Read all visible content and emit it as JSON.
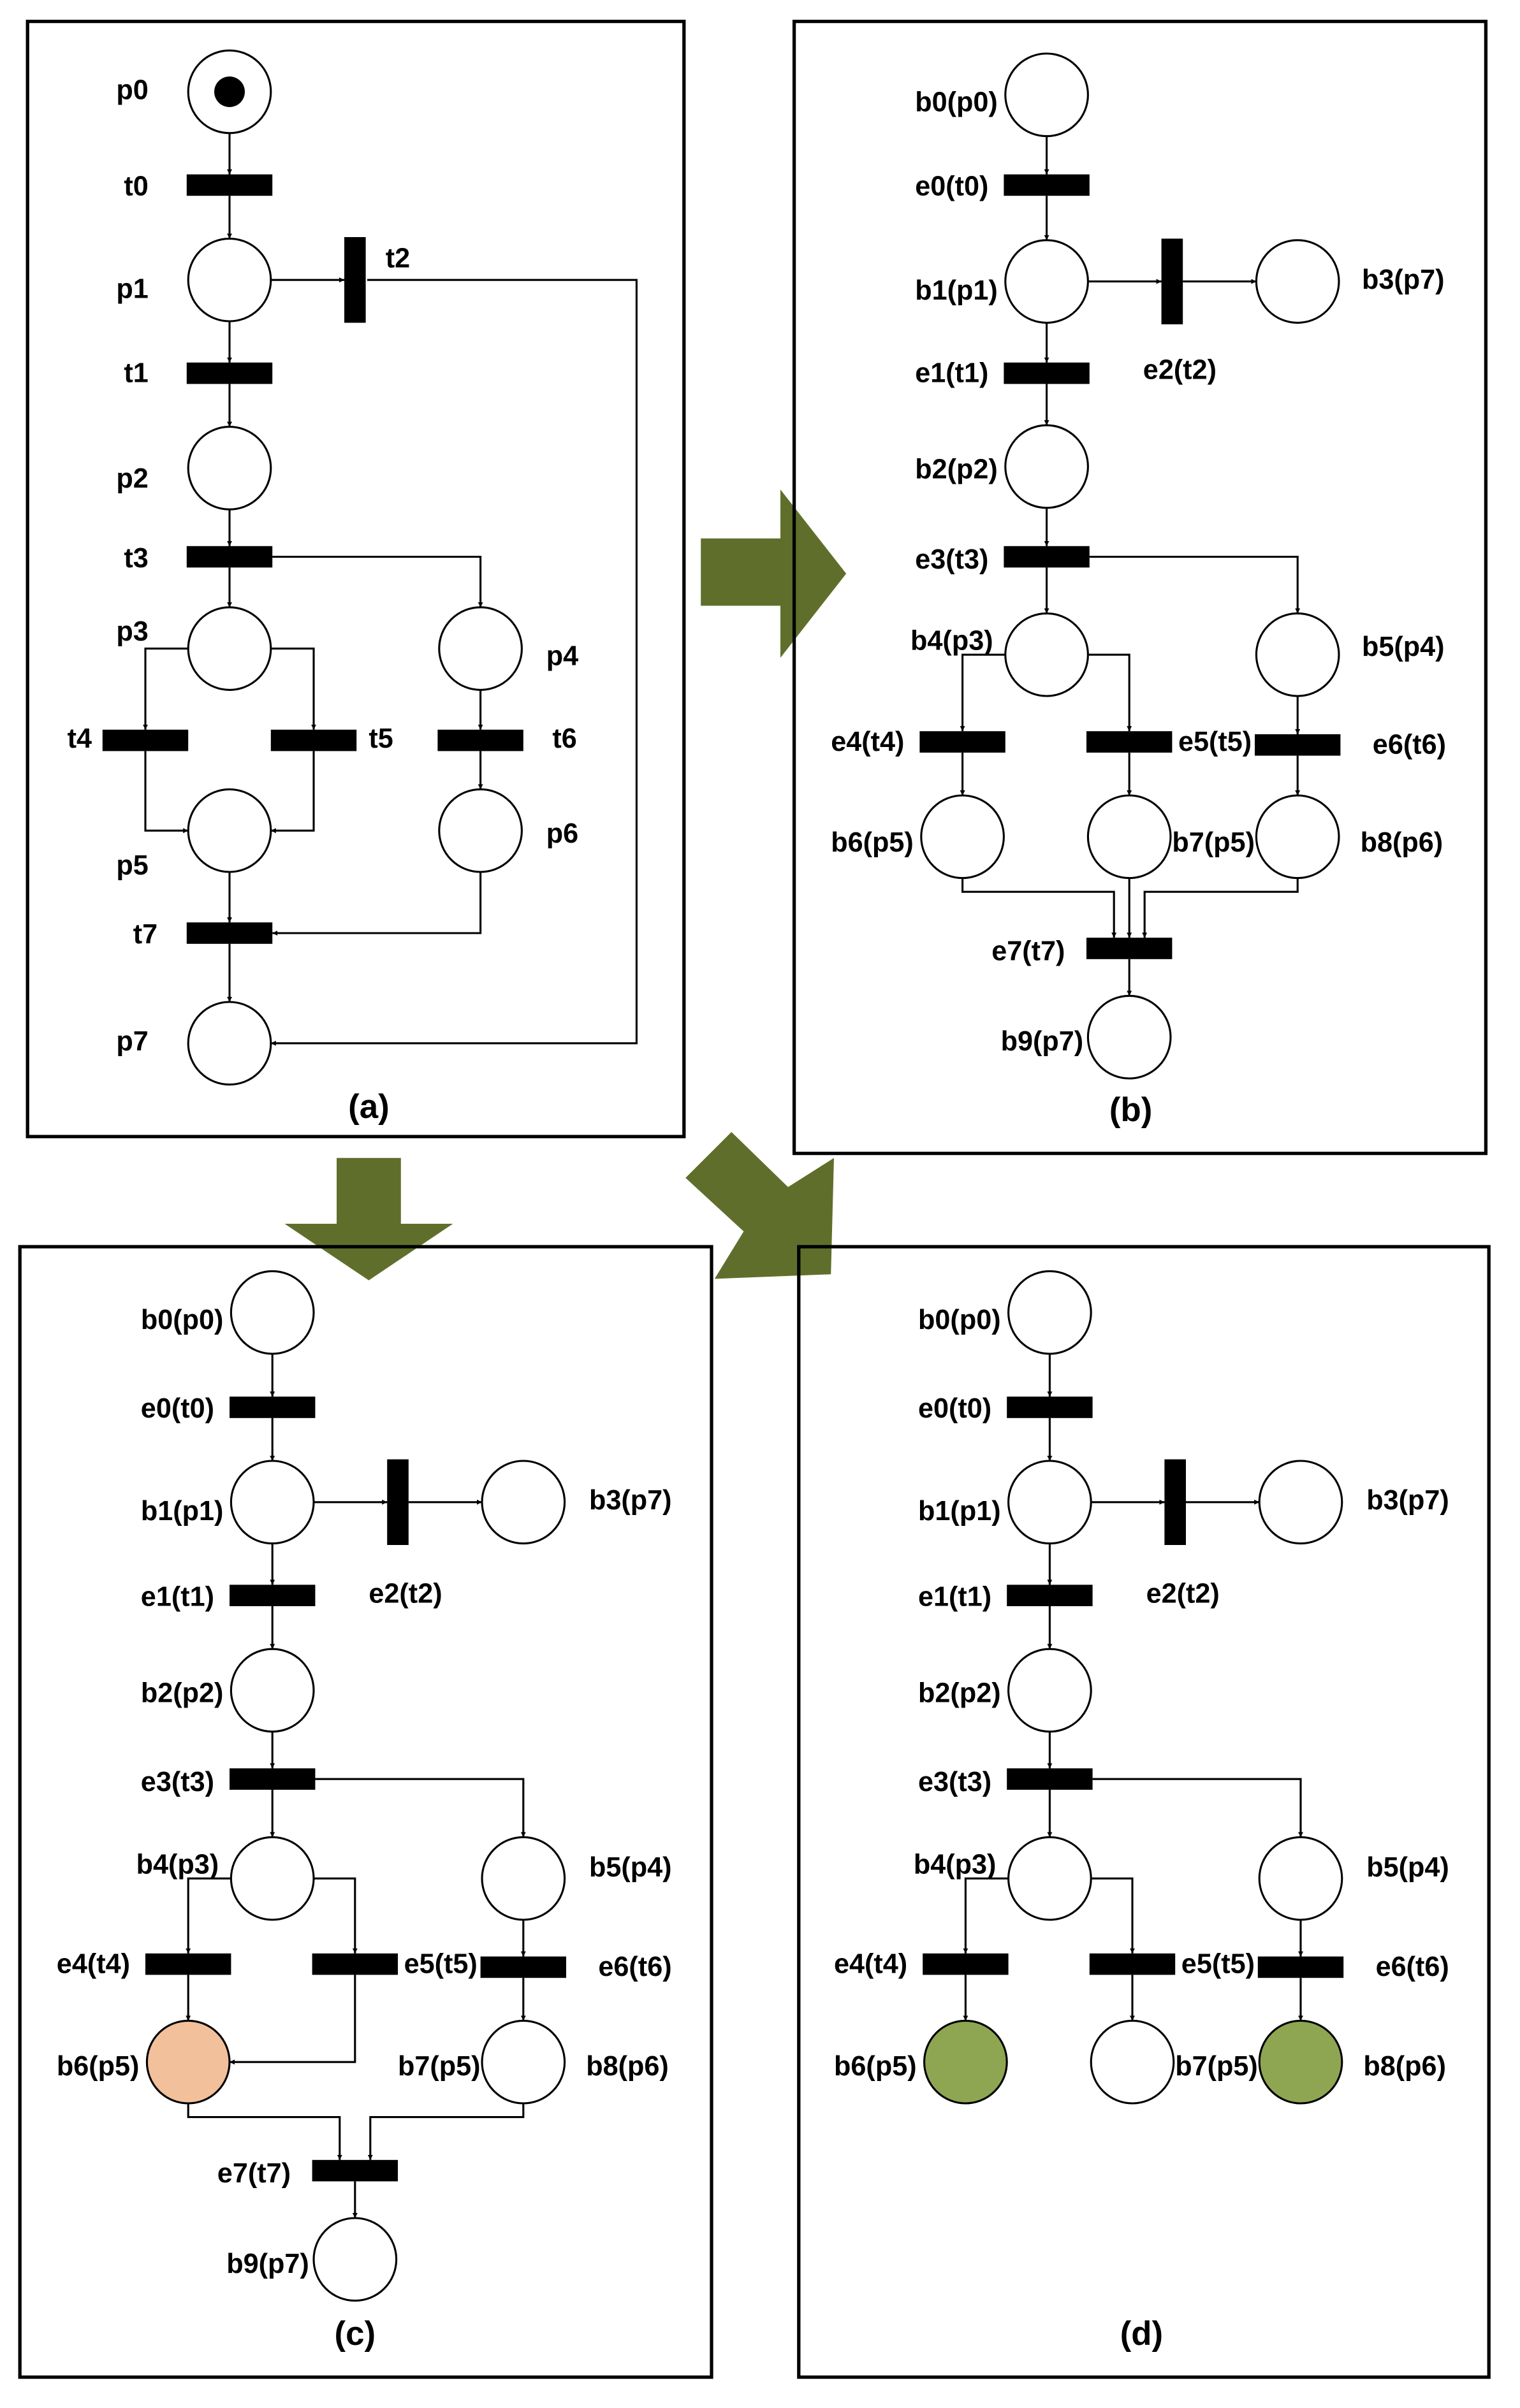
{
  "panels": [
    {
      "caption": "(a)",
      "places": [
        {
          "id": "p0",
          "label": "p0",
          "marked": true
        },
        {
          "id": "p1",
          "label": "p1"
        },
        {
          "id": "p2",
          "label": "p2"
        },
        {
          "id": "p3",
          "label": "p3"
        },
        {
          "id": "p4",
          "label": "p4"
        },
        {
          "id": "p5",
          "label": "p5"
        },
        {
          "id": "p6",
          "label": "p6"
        },
        {
          "id": "p7",
          "label": "p7"
        }
      ],
      "transitions": [
        {
          "id": "t0",
          "label": "t0"
        },
        {
          "id": "t1",
          "label": "t1"
        },
        {
          "id": "t2",
          "label": "t2"
        },
        {
          "id": "t3",
          "label": "t3"
        },
        {
          "id": "t4",
          "label": "t4"
        },
        {
          "id": "t5",
          "label": "t5"
        },
        {
          "id": "t6",
          "label": "t6"
        },
        {
          "id": "t7",
          "label": "t7"
        }
      ]
    },
    {
      "caption": "(b)",
      "places": [
        {
          "id": "b0",
          "label": "b0(p0)"
        },
        {
          "id": "b1",
          "label": "b1(p1)"
        },
        {
          "id": "b2",
          "label": "b2(p2)"
        },
        {
          "id": "b3",
          "label": "b3(p7)"
        },
        {
          "id": "b4",
          "label": "b4(p3)"
        },
        {
          "id": "b5",
          "label": "b5(p4)"
        },
        {
          "id": "b6",
          "label": "b6(p5)"
        },
        {
          "id": "b7",
          "label": "b7(p5)"
        },
        {
          "id": "b8",
          "label": "b8(p6)"
        },
        {
          "id": "b9",
          "label": "b9(p7)"
        }
      ],
      "transitions": [
        {
          "id": "e0",
          "label": "e0(t0)"
        },
        {
          "id": "e1",
          "label": "e1(t1)"
        },
        {
          "id": "e2",
          "label": "e2(t2)"
        },
        {
          "id": "e3",
          "label": "e3(t3)"
        },
        {
          "id": "e4",
          "label": "e4(t4)"
        },
        {
          "id": "e5",
          "label": "e5(t5)"
        },
        {
          "id": "e6",
          "label": "e6(t6)"
        },
        {
          "id": "e7",
          "label": "e7(t7)"
        }
      ]
    },
    {
      "caption": "(c)",
      "places": [
        {
          "id": "b0",
          "label": "b0(p0)"
        },
        {
          "id": "b1",
          "label": "b1(p1)"
        },
        {
          "id": "b2",
          "label": "b2(p2)"
        },
        {
          "id": "b3",
          "label": "b3(p7)"
        },
        {
          "id": "b4",
          "label": "b4(p3)"
        },
        {
          "id": "b5",
          "label": "b5(p4)"
        },
        {
          "id": "b6",
          "label": "b6(p5)",
          "fill": "#f2c09b"
        },
        {
          "id": "b7",
          "label": "b7(p5)"
        },
        {
          "id": "b8",
          "label": "b8(p6)"
        },
        {
          "id": "b9",
          "label": "b9(p7)"
        }
      ],
      "transitions": [
        {
          "id": "e0",
          "label": "e0(t0)"
        },
        {
          "id": "e1",
          "label": "e1(t1)"
        },
        {
          "id": "e2",
          "label": "e2(t2)"
        },
        {
          "id": "e3",
          "label": "e3(t3)"
        },
        {
          "id": "e4",
          "label": "e4(t4)"
        },
        {
          "id": "e5",
          "label": "e5(t5)"
        },
        {
          "id": "e6",
          "label": "e6(t6)"
        },
        {
          "id": "e7",
          "label": "e7(t7)"
        }
      ]
    },
    {
      "caption": "(d)",
      "places": [
        {
          "id": "b0",
          "label": "b0(p0)"
        },
        {
          "id": "b1",
          "label": "b1(p1)"
        },
        {
          "id": "b2",
          "label": "b2(p2)"
        },
        {
          "id": "b3",
          "label": "b3(p7)"
        },
        {
          "id": "b4",
          "label": "b4(p3)"
        },
        {
          "id": "b5",
          "label": "b5(p4)"
        },
        {
          "id": "b6",
          "label": "b6(p5)",
          "fill": "#8ea652"
        },
        {
          "id": "b7",
          "label": "b7(p5)"
        },
        {
          "id": "b8",
          "label": "b8(p6)",
          "fill": "#8ea652"
        }
      ],
      "transitions": [
        {
          "id": "e0",
          "label": "e0(t0)"
        },
        {
          "id": "e1",
          "label": "e1(t1)"
        },
        {
          "id": "e2",
          "label": "e2(t2)"
        },
        {
          "id": "e3",
          "label": "e3(t3)"
        },
        {
          "id": "e4",
          "label": "e4(t4)"
        },
        {
          "id": "e5",
          "label": "e5(t5)"
        },
        {
          "id": "e6",
          "label": "e6(t6)"
        }
      ]
    }
  ],
  "colors": {
    "block_arrow": "#5f6f2b",
    "stroke": "#000000",
    "place_fill": "#ffffff"
  }
}
